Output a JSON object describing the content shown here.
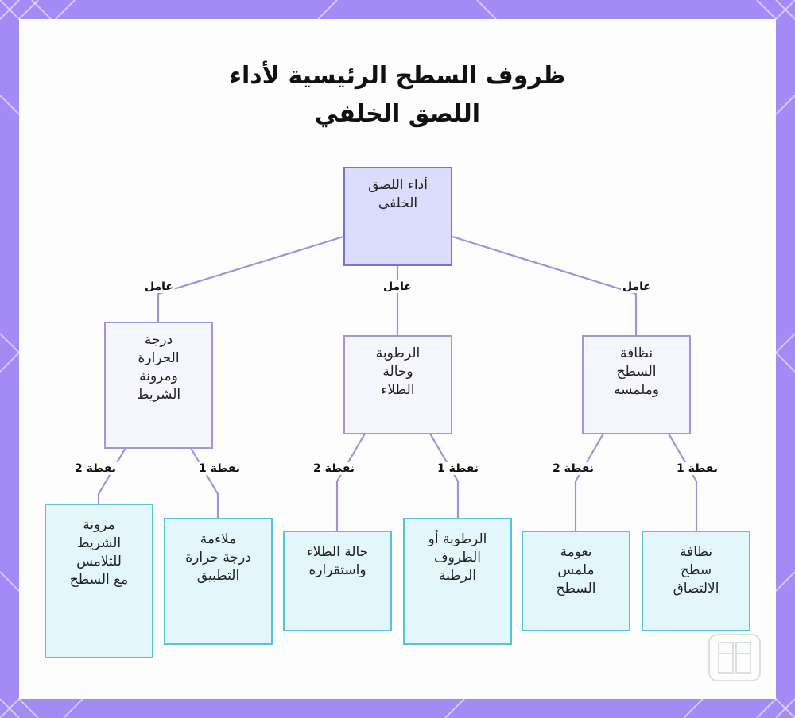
{
  "title": {
    "line1": "ظروف السطح الرئيسية لأداء",
    "line2": "اللصق الخلفي"
  },
  "root": {
    "lines": [
      "أداء اللصق",
      "الخلفي"
    ]
  },
  "factor_label": "عامل",
  "point1_label": "نقطة 1",
  "point2_label": "نقطة 2",
  "factors": [
    {
      "id": "temperature",
      "lines": [
        "درجة",
        "الحرارة",
        "ومرونة",
        "الشريط"
      ],
      "points": [
        {
          "lines": [
            "ملاءمة",
            "درجة حرارة",
            "التطبيق"
          ]
        },
        {
          "lines": [
            "مرونة",
            "الشريط",
            "للتلامس",
            "مع السطح"
          ]
        }
      ]
    },
    {
      "id": "humidity",
      "lines": [
        "الرطوبة",
        "وحالة",
        "الطلاء"
      ],
      "points": [
        {
          "lines": [
            "الرطوبة أو",
            "الظروف",
            "الرطبة"
          ]
        },
        {
          "lines": [
            "حالة الطلاء",
            "واستقراره"
          ]
        }
      ]
    },
    {
      "id": "cleanliness",
      "lines": [
        "نظافة",
        "السطح",
        "وملمسه"
      ],
      "points": [
        {
          "lines": [
            "نظافة",
            "سطح",
            "الالتصاق"
          ]
        },
        {
          "lines": [
            "نعومة",
            "ملمس",
            "السطح"
          ]
        }
      ]
    }
  ],
  "colors": {
    "frame": "#a28bf5",
    "root_fill": "#dcdcfe",
    "root_border": "#7b73c9",
    "factor_fill": "#f6f6ff",
    "factor_border": "#9d98dc",
    "point_fill": "#e3f6fb",
    "point_border": "#57c3d9",
    "edge": "#a58fdb"
  }
}
